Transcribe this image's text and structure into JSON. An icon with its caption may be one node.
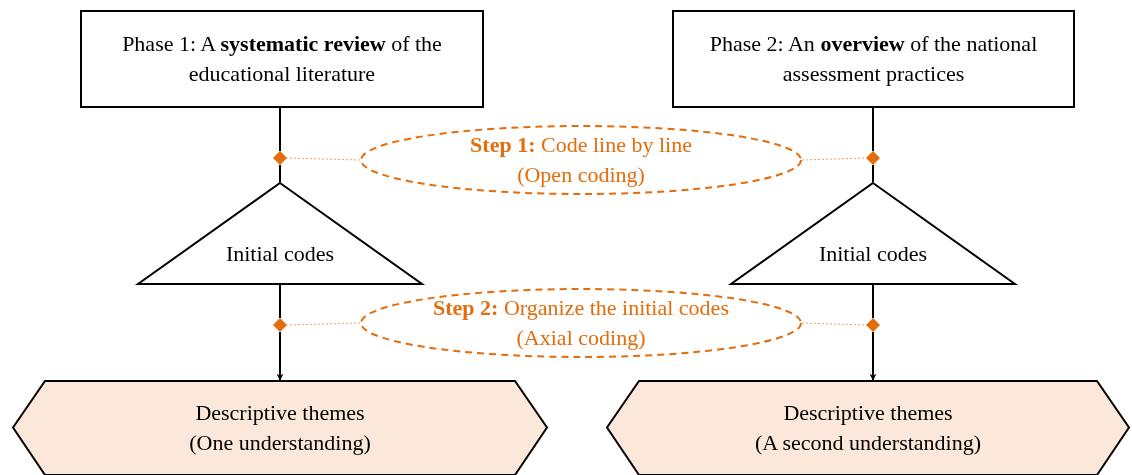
{
  "diagram": {
    "nodes": [
      {
        "text": [
          "Phase 1: A **systematic review** of the educational literature"
        ]
      },
      {
        "text": [
          "Phase 2: An **overview** of the national assessment practices"
        ]
      },
      {
        "text": [
          "Initial codes"
        ]
      },
      {
        "text": [
          "Initial codes"
        ]
      },
      {
        "text": [
          "Descriptive themes",
          "(One understanding)"
        ]
      },
      {
        "text": [
          "Descriptive themes",
          "(A second understanding)"
        ]
      },
      {
        "text": [
          "**Step 1:** Code line by line",
          "(Open coding)"
        ]
      },
      {
        "text": [
          "**Step 2:** Organize the initial codes",
          "(Axial coding)"
        ]
      },
      {
        "text": [],
        "shape": "diamond"
      },
      {
        "text": [],
        "shape": "diamond"
      },
      {
        "text": [],
        "shape": "diamond"
      },
      {
        "text": [],
        "shape": "diamond"
      }
    ],
    "edges": [
      {
        "from": 0,
        "to": 8,
        "arrow": "none"
      },
      {
        "from": 8,
        "to": 2,
        "arrow": "none"
      },
      {
        "from": 2,
        "to": 10,
        "arrow": "none"
      },
      {
        "from": 10,
        "to": 4,
        "arrow": "to"
      },
      {
        "from": 1,
        "to": 9,
        "arrow": "none"
      },
      {
        "from": 9,
        "to": 3,
        "arrow": "none"
      },
      {
        "from": 3,
        "to": 11,
        "arrow": "none"
      },
      {
        "from": 11,
        "to": 5,
        "arrow": "to"
      },
      {
        "from": 6,
        "to": 8,
        "arrow": "none",
        "style": "dashed",
        "color": "#f4a460"
      },
      {
        "from": 6,
        "to": 9,
        "arrow": "none",
        "style": "dashed",
        "color": "#f4a460"
      },
      {
        "from": 7,
        "to": 10,
        "arrow": "none",
        "style": "dashed",
        "color": "#f4a460"
      },
      {
        "from": 7,
        "to": 11,
        "arrow": "none",
        "style": "dashed",
        "color": "#f4a460"
      }
    ]
  }
}
